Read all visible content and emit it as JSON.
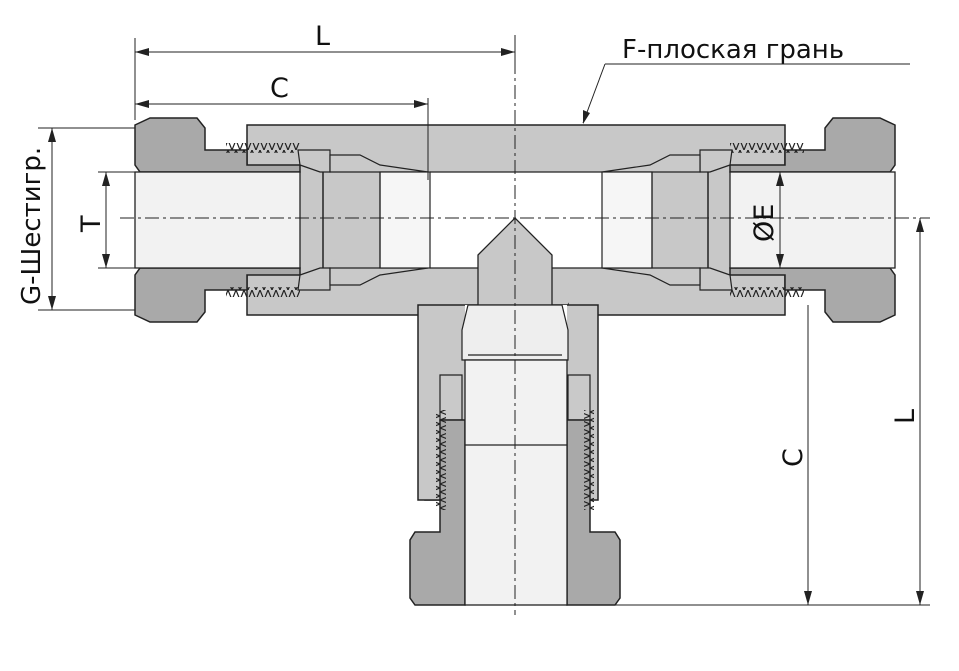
{
  "labels": {
    "L_top": "L",
    "C_top": "C",
    "F_flat": "F-плоская грань",
    "G_hex": "G-Шестигр.",
    "T": "T",
    "E_dia": "ØE",
    "C_side": "C",
    "L_side": "L"
  },
  "colors": {
    "body": "#c8c8c8",
    "nut": "#a9a9a9",
    "ferrule": "#c9c9c9",
    "tube": "#eeeeee",
    "line": "#222222"
  }
}
